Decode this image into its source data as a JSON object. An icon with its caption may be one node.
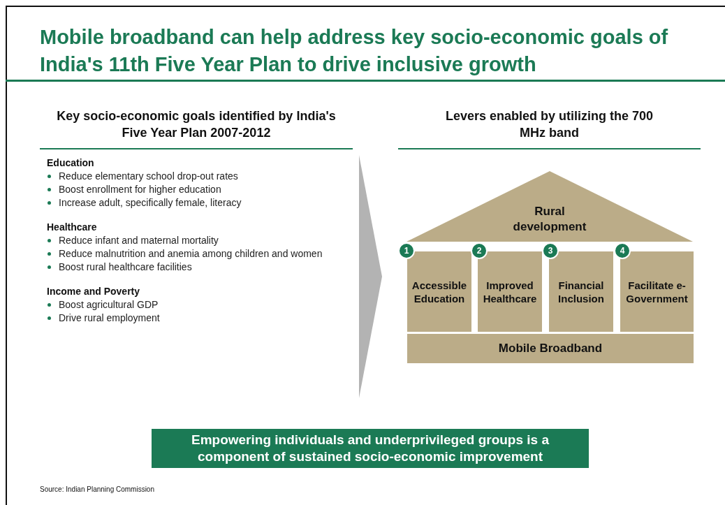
{
  "diagram": {
    "title": "Mobile broadband can help address key socio-economic goals of India's 11th Five Year Plan to drive inclusive growth",
    "nodes": [
      {
        "text": [
          "Rural development"
        ]
      },
      {
        "text": [
          "1"
        ]
      },
      {
        "text": [
          "Accessible Education"
        ]
      },
      {
        "text": [
          "2"
        ]
      },
      {
        "text": [
          "Improved Healthcare"
        ]
      },
      {
        "text": [
          "3"
        ]
      },
      {
        "text": [
          "Financial Inclusion"
        ]
      },
      {
        "text": [
          "4"
        ]
      },
      {
        "text": [
          "Facilitate e-Government"
        ]
      },
      {
        "text": [
          "Mobile Broadband"
        ]
      },
      {
        "text": [
          "Empowering individuals and underprivileged groups is a component of sustained socio-economic improvement"
        ]
      }
    ],
    "labels": [
      "Key socio-economic goals identified by India's Five Year Plan 2007-2012",
      "Levers enabled by utilizing the 700 MHz band",
      "Education",
      "Reduce elementary school drop-out rates",
      "Boost enrollment for higher education",
      "Increase adult, specifically female, literacy",
      "Healthcare",
      "Reduce infant and maternal mortality",
      "Reduce malnutrition and anemia among children and women",
      "Boost rural healthcare facilities",
      "Income and Poverty",
      "Boost agricultural GDP",
      "Drive rural employment",
      "Source: Indian Planning Commission"
    ]
  }
}
